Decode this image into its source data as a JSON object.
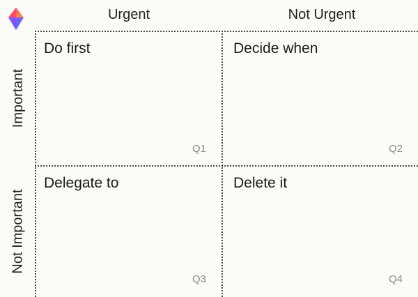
{
  "logo": {
    "icon": "gem-logo-icon",
    "colors": [
      "#ff2d7a",
      "#ff8c42",
      "#9b5cff",
      "#3b6cff"
    ]
  },
  "columns": {
    "urgent": "Urgent",
    "not_urgent": "Not Urgent"
  },
  "rows": {
    "important": "Important",
    "not_important": "Not Important"
  },
  "quadrants": [
    {
      "title": "Do first",
      "tag": "Q1"
    },
    {
      "title": "Decide when",
      "tag": "Q2"
    },
    {
      "title": "Delegate to",
      "tag": "Q3"
    },
    {
      "title": "Delete it",
      "tag": "Q4"
    }
  ]
}
